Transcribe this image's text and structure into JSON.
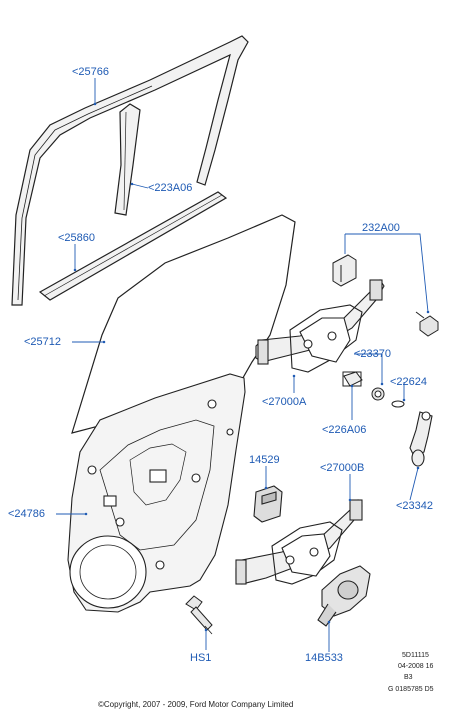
{
  "diagram": {
    "callouts": {
      "c25766": "<25766",
      "c223A06": "<223A06",
      "c25860": "<25860",
      "c25712": "<25712",
      "c24786": "<24786",
      "c232A00": "232A00",
      "c23370": "<23370",
      "c27000A": "<27000A",
      "c22624": "<22624",
      "c226A06": "<226A06",
      "c14529": "14529",
      "c27000B": "<27000B",
      "c23342": "<23342",
      "cHS1": "HS1",
      "c14B533": "14B533"
    },
    "ref_block": [
      "5D11115",
      "04-2008 16",
      "B3",
      "G 0185785 D5"
    ],
    "copyright": "©Copyright, 2007 - 2009, Ford Motor Company Limited"
  },
  "colors": {
    "callout_text": "#1f5bb4",
    "leader_line": "#1f5bb4",
    "part_outline": "#222222",
    "part_fill": "#f2f2f2",
    "glass_fill": "#ffffff"
  }
}
